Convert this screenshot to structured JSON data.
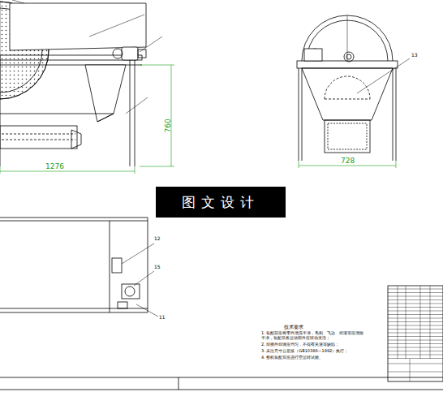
{
  "diagram": {
    "nodes": [
      {
        "text": [
          "图文设计"
        ]
      }
    ],
    "labels": [
      "1276",
      "760",
      "728",
      "13",
      "12",
      "15",
      "11",
      "技术要求",
      "1. 装配前应将零件清洗干净，毛刺、飞边、焊渣等应清除干净，装配后各运动部件应转动灵活；",
      "2. 焊接件焊缝应均匀，不得有夹渣等缺陷；",
      "3. 未注尺寸公差按（GB10386—1992）执行；",
      "4. 整机装配后应进行空运转试验。"
    ]
  }
}
